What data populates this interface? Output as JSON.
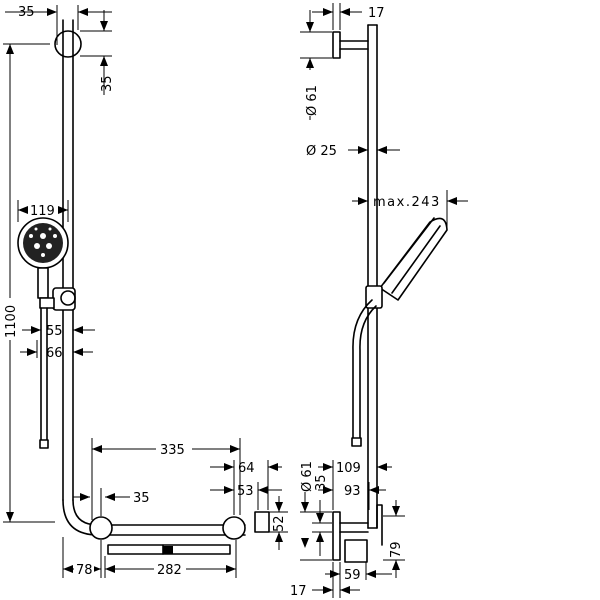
{
  "diagram": {
    "left_view": {
      "dims": {
        "top_offset_h": "35",
        "top_offset_v": "35",
        "total_height": "1100",
        "head_diameter": "119",
        "holder_width_55": "55",
        "holder_width_66": "66",
        "horizontal_length": "335",
        "corner_offset": "35",
        "bottom_width": "282",
        "bend_offset": "78",
        "end_cap_64": "64",
        "end_cap_53": "53",
        "end_cap_52": "52"
      }
    },
    "right_view": {
      "dims": {
        "wall_clearance_top": "17",
        "diameter_61_top": "Ø 61",
        "diameter_25": "Ø 25",
        "max_reach": "max.243",
        "diameter_61_bottom": "Ø 61",
        "offset_35": "35",
        "depth_109": "109",
        "depth_93": "93",
        "height_79": "79",
        "wall_clearance_bottom": "17",
        "base_59": "59"
      }
    }
  }
}
